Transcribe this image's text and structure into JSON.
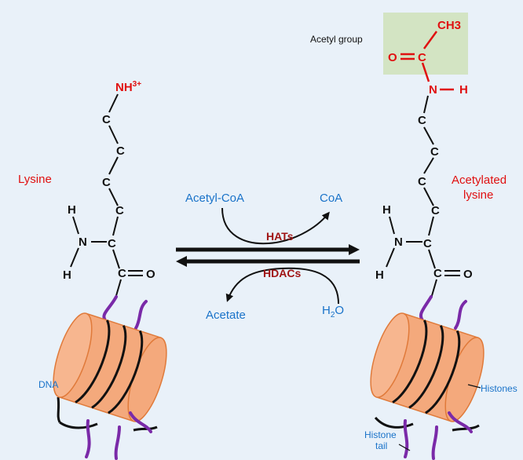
{
  "colors": {
    "background": "#e9f1f9",
    "label_red": "#e01010",
    "enzyme_red": "#a01414",
    "label_blue": "#1a73c9",
    "histone": "#f4a97c",
    "tail_purple": "#7a2aa8"
  },
  "labels": {
    "lysine": "Lysine",
    "acetylated_line1": "Acetylated",
    "acetylated_line2": "lysine",
    "acetyl_group": "Acetyl group",
    "acetyl_coa": "Acetyl-CoA",
    "coa": "CoA",
    "hats": "HATs",
    "hdacs": "HDACs",
    "acetate": "Acetate",
    "water_h": "H",
    "water_sub": "2",
    "water_o": "O",
    "dna": "DNA",
    "histones": "Histones",
    "histone_tail_line1": "Histone",
    "histone_tail_line2": "tail"
  },
  "atoms": {
    "carbon": "C",
    "hydrogen": "H",
    "nitrogen": "N",
    "oxygen": "O",
    "ammonium": "NH",
    "ammonium_charge": "3+",
    "methyl": "CH3"
  }
}
